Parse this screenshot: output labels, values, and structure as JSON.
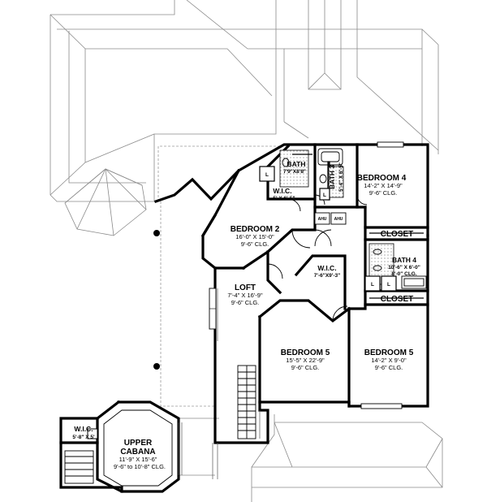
{
  "rooms": {
    "bath": {
      "name": "BATH",
      "dim": "7'9\"X8'8\""
    },
    "bath3": {
      "name": "BATH 3",
      "dim": "5'-4\" X 6'-5\""
    },
    "wic_top": {
      "name": "W.I.C.",
      "dim": "5' X 6'-5\""
    },
    "bedroom4": {
      "name": "BEDROOM 4",
      "dim": "14'-2\" X 14'-9\"",
      "clg": "9'-6\" CLG."
    },
    "bedroom2": {
      "name": "BEDROOM 2",
      "dim": "16'-0\" X 15'-0\"",
      "clg": "9'-6\" CLG."
    },
    "closet_upper": {
      "name": "CLOSET"
    },
    "bath4": {
      "name": "BATH 4",
      "dim": "10'-6\" X 6'-0\"",
      "clg": "8'-0\" CLG."
    },
    "closet_lower": {
      "name": "CLOSET"
    },
    "wic_mid": {
      "name": "W.I.C.",
      "dim": "7'-6\"X9'-3\""
    },
    "loft": {
      "name": "LOFT",
      "dim": "7'-4\" X 16'-9\"",
      "clg": "9'-6\" CLG."
    },
    "bedroom5_left": {
      "name": "BEDROOM 5",
      "dim": "15'-5\" X 22'-9\"",
      "clg": "9'-6\" CLG."
    },
    "bedroom5_right": {
      "name": "BEDROOM 5",
      "dim": "14'-2\" X 9'-0\"",
      "clg": "9'-6\" CLG."
    },
    "wic_cabana": {
      "name": "W.I.C.",
      "dim": "5'-8\" X 5'"
    },
    "upper_cabana": {
      "name": "UPPER",
      "name2": "CABANA",
      "dim": "11'-9\" X 15'-6\"",
      "clg": "9'-6\" to 10'-8\" CLG."
    }
  },
  "labels": {
    "ahu1": "AHU",
    "ahu2": "AHU",
    "linen1": "L",
    "linen2": "L",
    "linen3": "L",
    "linen4": "L"
  }
}
